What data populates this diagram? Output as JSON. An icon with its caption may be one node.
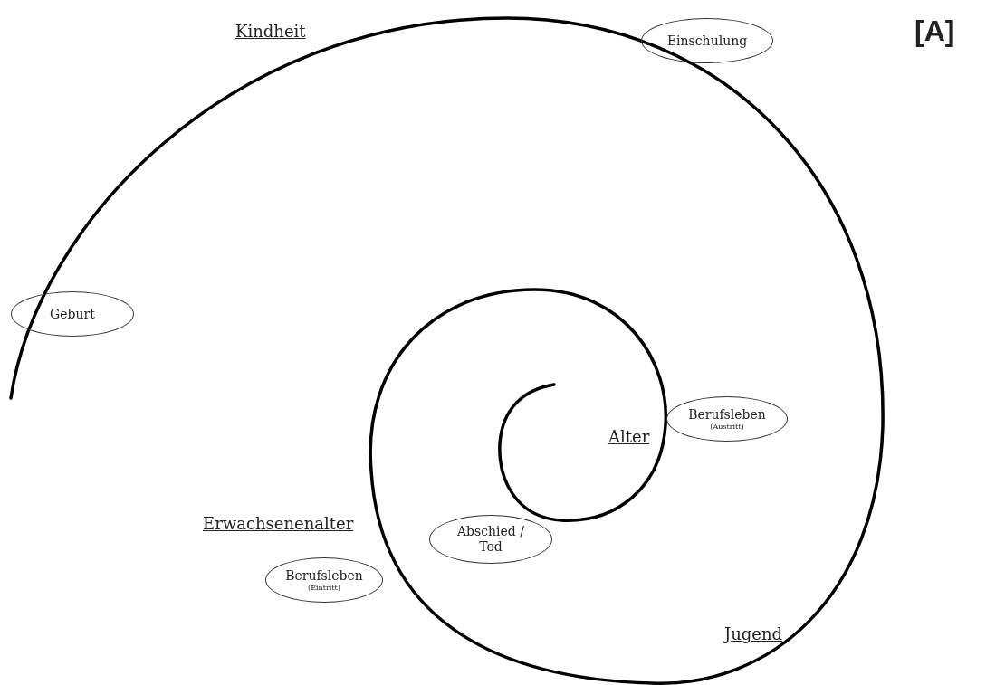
{
  "diagram": {
    "nodes": [
      {
        "text": [
          "Einschulung"
        ]
      },
      {
        "text": [
          "Geburt"
        ]
      },
      {
        "text": [
          "Berufsleben",
          "(Austritt)"
        ]
      },
      {
        "text": [
          "Abschied / Tod"
        ]
      },
      {
        "text": [
          "Berufsleben",
          "(Eintritt)"
        ]
      }
    ],
    "edges": [],
    "labels": [
      "Kindheit",
      "[A]",
      "Alter",
      "Erwachsenenalter",
      "Jugend"
    ]
  }
}
